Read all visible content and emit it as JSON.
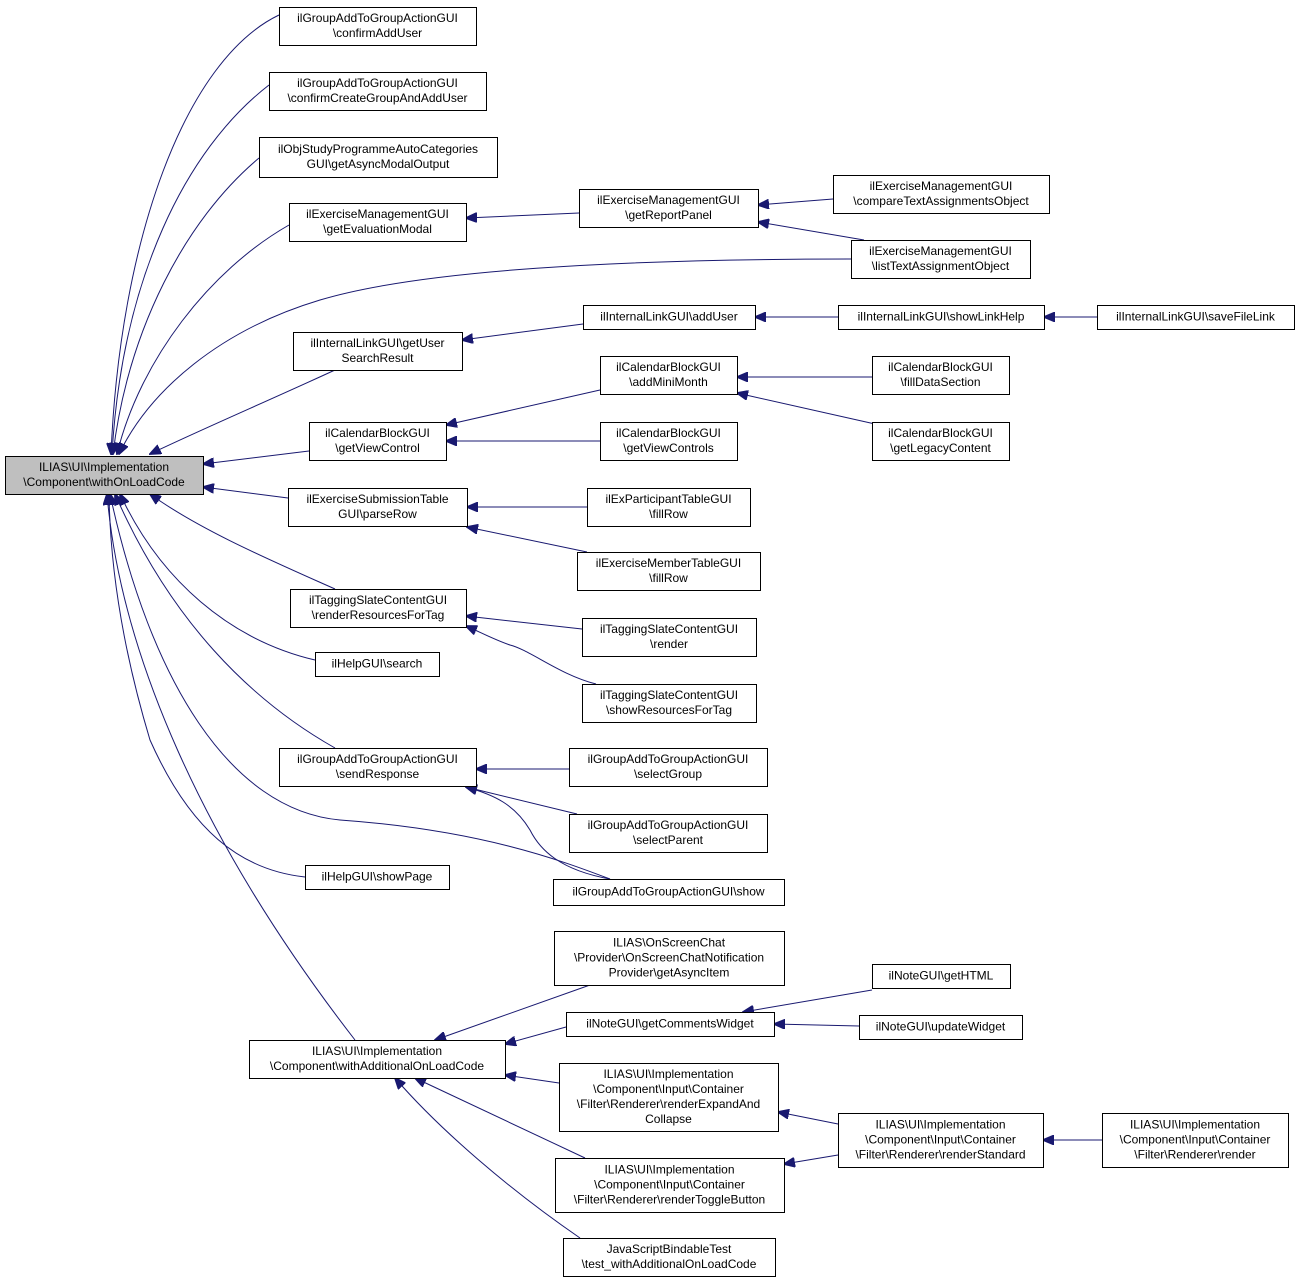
{
  "colors": {
    "edge": "#191970",
    "node_border": "#000000",
    "root_fill": "#bfbfbf",
    "node_fill": "#ffffff"
  },
  "nodes": [
    {
      "id": "root",
      "lines": [
        "ILIAS\\UI\\Implementation",
        "\\Component\\withOnLoadCode"
      ],
      "highlight": true
    },
    {
      "id": "n_confirmAddUser",
      "lines": [
        "ilGroupAddToGroupActionGUI",
        "\\confirmAddUser"
      ]
    },
    {
      "id": "n_confirmCreate",
      "lines": [
        "ilGroupAddToGroupActionGUI",
        "\\confirmCreateGroupAndAddUser"
      ]
    },
    {
      "id": "n_studyProg",
      "lines": [
        "ilObjStudyProgrammeAutoCategories",
        "GUI\\getAsyncModalOutput"
      ]
    },
    {
      "id": "n_getEvalModal",
      "lines": [
        "ilExerciseManagementGUI",
        "\\getEvaluationModal"
      ]
    },
    {
      "id": "n_getReportPanel",
      "lines": [
        "ilExerciseManagementGUI",
        "\\getReportPanel"
      ]
    },
    {
      "id": "n_compareText",
      "lines": [
        "ilExerciseManagementGUI",
        "\\compareTextAssignmentsObject"
      ]
    },
    {
      "id": "n_listText",
      "lines": [
        "ilExerciseManagementGUI",
        "\\listTextAssignmentObject"
      ]
    },
    {
      "id": "n_getUserSearch",
      "lines": [
        "ilInternalLinkGUI\\getUser",
        "SearchResult"
      ]
    },
    {
      "id": "n_addUser",
      "lines": [
        "ilInternalLinkGUI\\addUser"
      ]
    },
    {
      "id": "n_showLinkHelp",
      "lines": [
        "ilInternalLinkGUI\\showLinkHelp"
      ]
    },
    {
      "id": "n_saveFileLink",
      "lines": [
        "ilInternalLinkGUI\\saveFileLink"
      ]
    },
    {
      "id": "n_getViewControl",
      "lines": [
        "ilCalendarBlockGUI",
        "\\getViewControl"
      ]
    },
    {
      "id": "n_addMiniMonth",
      "lines": [
        "ilCalendarBlockGUI",
        "\\addMiniMonth"
      ]
    },
    {
      "id": "n_fillDataSection",
      "lines": [
        "ilCalendarBlockGUI",
        "\\fillDataSection"
      ]
    },
    {
      "id": "n_getViewControls",
      "lines": [
        "ilCalendarBlockGUI",
        "\\getViewControls"
      ]
    },
    {
      "id": "n_getLegacyContent",
      "lines": [
        "ilCalendarBlockGUI",
        "\\getLegacyContent"
      ]
    },
    {
      "id": "n_parseRow",
      "lines": [
        "ilExerciseSubmissionTable",
        "GUI\\parseRow"
      ]
    },
    {
      "id": "n_exPartFillRow",
      "lines": [
        "ilExParticipantTableGUI",
        "\\fillRow"
      ]
    },
    {
      "id": "n_exMemFillRow",
      "lines": [
        "ilExerciseMemberTableGUI",
        "\\fillRow"
      ]
    },
    {
      "id": "n_renderResForTag",
      "lines": [
        "ilTaggingSlateContentGUI",
        "\\renderResourcesForTag"
      ]
    },
    {
      "id": "n_tagRender",
      "lines": [
        "ilTaggingSlateContentGUI",
        "\\render"
      ]
    },
    {
      "id": "n_showResForTag",
      "lines": [
        "ilTaggingSlateContentGUI",
        "\\showResourcesForTag"
      ]
    },
    {
      "id": "n_helpSearch",
      "lines": [
        "ilHelpGUI\\search"
      ]
    },
    {
      "id": "n_sendResponse",
      "lines": [
        "ilGroupAddToGroupActionGUI",
        "\\sendResponse"
      ]
    },
    {
      "id": "n_selectGroup",
      "lines": [
        "ilGroupAddToGroupActionGUI",
        "\\selectGroup"
      ]
    },
    {
      "id": "n_selectParent",
      "lines": [
        "ilGroupAddToGroupActionGUI",
        "\\selectParent"
      ]
    },
    {
      "id": "n_helpShowPage",
      "lines": [
        "ilHelpGUI\\showPage"
      ]
    },
    {
      "id": "n_groupShow",
      "lines": [
        "ilGroupAddToGroupActionGUI\\show"
      ]
    },
    {
      "id": "n_withAdditional",
      "lines": [
        "ILIAS\\UI\\Implementation",
        "\\Component\\withAdditionalOnLoadCode"
      ]
    },
    {
      "id": "n_chatNotif",
      "lines": [
        "ILIAS\\OnScreenChat",
        "\\Provider\\OnScreenChatNotification",
        "Provider\\getAsyncItem"
      ]
    },
    {
      "id": "n_getCommentsWidget",
      "lines": [
        "ilNoteGUI\\getCommentsWidget"
      ]
    },
    {
      "id": "n_noteGetHTML",
      "lines": [
        "ilNoteGUI\\getHTML"
      ]
    },
    {
      "id": "n_noteUpdateWidget",
      "lines": [
        "ilNoteGUI\\updateWidget"
      ]
    },
    {
      "id": "n_renderExpand",
      "lines": [
        "ILIAS\\UI\\Implementation",
        "\\Component\\Input\\Container",
        "\\Filter\\Renderer\\renderExpandAnd",
        "Collapse"
      ]
    },
    {
      "id": "n_renderToggle",
      "lines": [
        "ILIAS\\UI\\Implementation",
        "\\Component\\Input\\Container",
        "\\Filter\\Renderer\\renderToggleButton"
      ]
    },
    {
      "id": "n_renderStandard",
      "lines": [
        "ILIAS\\UI\\Implementation",
        "\\Component\\Input\\Container",
        "\\Filter\\Renderer\\renderStandard"
      ]
    },
    {
      "id": "n_filterRender",
      "lines": [
        "ILIAS\\UI\\Implementation",
        "\\Component\\Input\\Container",
        "\\Filter\\Renderer\\render"
      ]
    },
    {
      "id": "n_jsBindable",
      "lines": [
        "JavaScriptBindableTest",
        "\\test_withAdditionalOnLoadCode"
      ]
    }
  ],
  "edges": [
    {
      "from": "n_confirmAddUser",
      "to": "root"
    },
    {
      "from": "n_confirmCreate",
      "to": "root"
    },
    {
      "from": "n_studyProg",
      "to": "root"
    },
    {
      "from": "n_getEvalModal",
      "to": "root"
    },
    {
      "from": "n_listText",
      "to": "root"
    },
    {
      "from": "n_getUserSearch",
      "to": "root"
    },
    {
      "from": "n_getViewControl",
      "to": "root"
    },
    {
      "from": "n_parseRow",
      "to": "root"
    },
    {
      "from": "n_renderResForTag",
      "to": "root"
    },
    {
      "from": "n_helpSearch",
      "to": "root"
    },
    {
      "from": "n_sendResponse",
      "to": "root"
    },
    {
      "from": "n_groupShow",
      "to": "root"
    },
    {
      "from": "n_helpShowPage",
      "to": "root"
    },
    {
      "from": "n_withAdditional",
      "to": "root"
    },
    {
      "from": "n_getReportPanel",
      "to": "n_getEvalModal"
    },
    {
      "from": "n_compareText",
      "to": "n_getReportPanel"
    },
    {
      "from": "n_listText",
      "to": "n_getReportPanel"
    },
    {
      "from": "n_addUser",
      "to": "n_getUserSearch"
    },
    {
      "from": "n_showLinkHelp",
      "to": "n_addUser"
    },
    {
      "from": "n_saveFileLink",
      "to": "n_showLinkHelp"
    },
    {
      "from": "n_addMiniMonth",
      "to": "n_getViewControl"
    },
    {
      "from": "n_getViewControls",
      "to": "n_getViewControl"
    },
    {
      "from": "n_fillDataSection",
      "to": "n_addMiniMonth"
    },
    {
      "from": "n_getLegacyContent",
      "to": "n_addMiniMonth"
    },
    {
      "from": "n_exPartFillRow",
      "to": "n_parseRow"
    },
    {
      "from": "n_exMemFillRow",
      "to": "n_parseRow"
    },
    {
      "from": "n_tagRender",
      "to": "n_renderResForTag"
    },
    {
      "from": "n_showResForTag",
      "to": "n_renderResForTag"
    },
    {
      "from": "n_selectGroup",
      "to": "n_sendResponse"
    },
    {
      "from": "n_selectParent",
      "to": "n_sendResponse"
    },
    {
      "from": "n_groupShow",
      "to": "n_sendResponse"
    },
    {
      "from": "n_chatNotif",
      "to": "n_withAdditional"
    },
    {
      "from": "n_getCommentsWidget",
      "to": "n_withAdditional"
    },
    {
      "from": "n_renderExpand",
      "to": "n_withAdditional"
    },
    {
      "from": "n_renderToggle",
      "to": "n_withAdditional"
    },
    {
      "from": "n_jsBindable",
      "to": "n_withAdditional"
    },
    {
      "from": "n_noteGetHTML",
      "to": "n_getCommentsWidget"
    },
    {
      "from": "n_noteUpdateWidget",
      "to": "n_getCommentsWidget"
    },
    {
      "from": "n_renderStandard",
      "to": "n_renderExpand"
    },
    {
      "from": "n_renderStandard",
      "to": "n_renderToggle"
    },
    {
      "from": "n_filterRender",
      "to": "n_renderStandard"
    }
  ]
}
